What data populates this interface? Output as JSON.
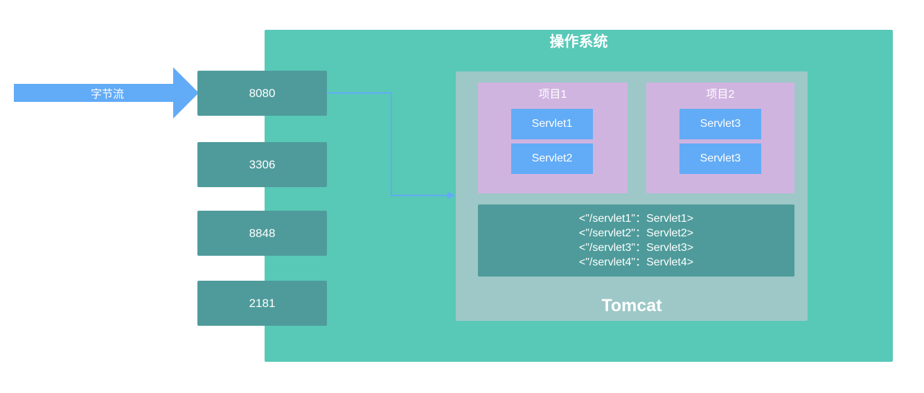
{
  "os": {
    "title": "操作系统"
  },
  "input_arrow": {
    "label": "字节流"
  },
  "ports": [
    "8080",
    "3306",
    "8848",
    "2181"
  ],
  "tomcat": {
    "label": "Tomcat"
  },
  "projects": [
    {
      "title": "项目1",
      "servlets": [
        "Servlet1",
        "Servlet2"
      ]
    },
    {
      "title": "项目2",
      "servlets": [
        "Servlet3",
        "Servlet3"
      ]
    }
  ],
  "mappings": [
    "<\"/servlet1\"：Servlet1>",
    "<\"/servlet2\"：Servlet2>",
    "<\"/servlet3\"：Servlet3>",
    "<\"/servlet4\"：Servlet4>"
  ],
  "colors": {
    "os": "#58c8b7",
    "port": "#4f9b9b",
    "tomcat": "#9dc8c7",
    "project": "#d0b4e0",
    "servlet": "#62abf6",
    "arrow": "#62abf6"
  }
}
